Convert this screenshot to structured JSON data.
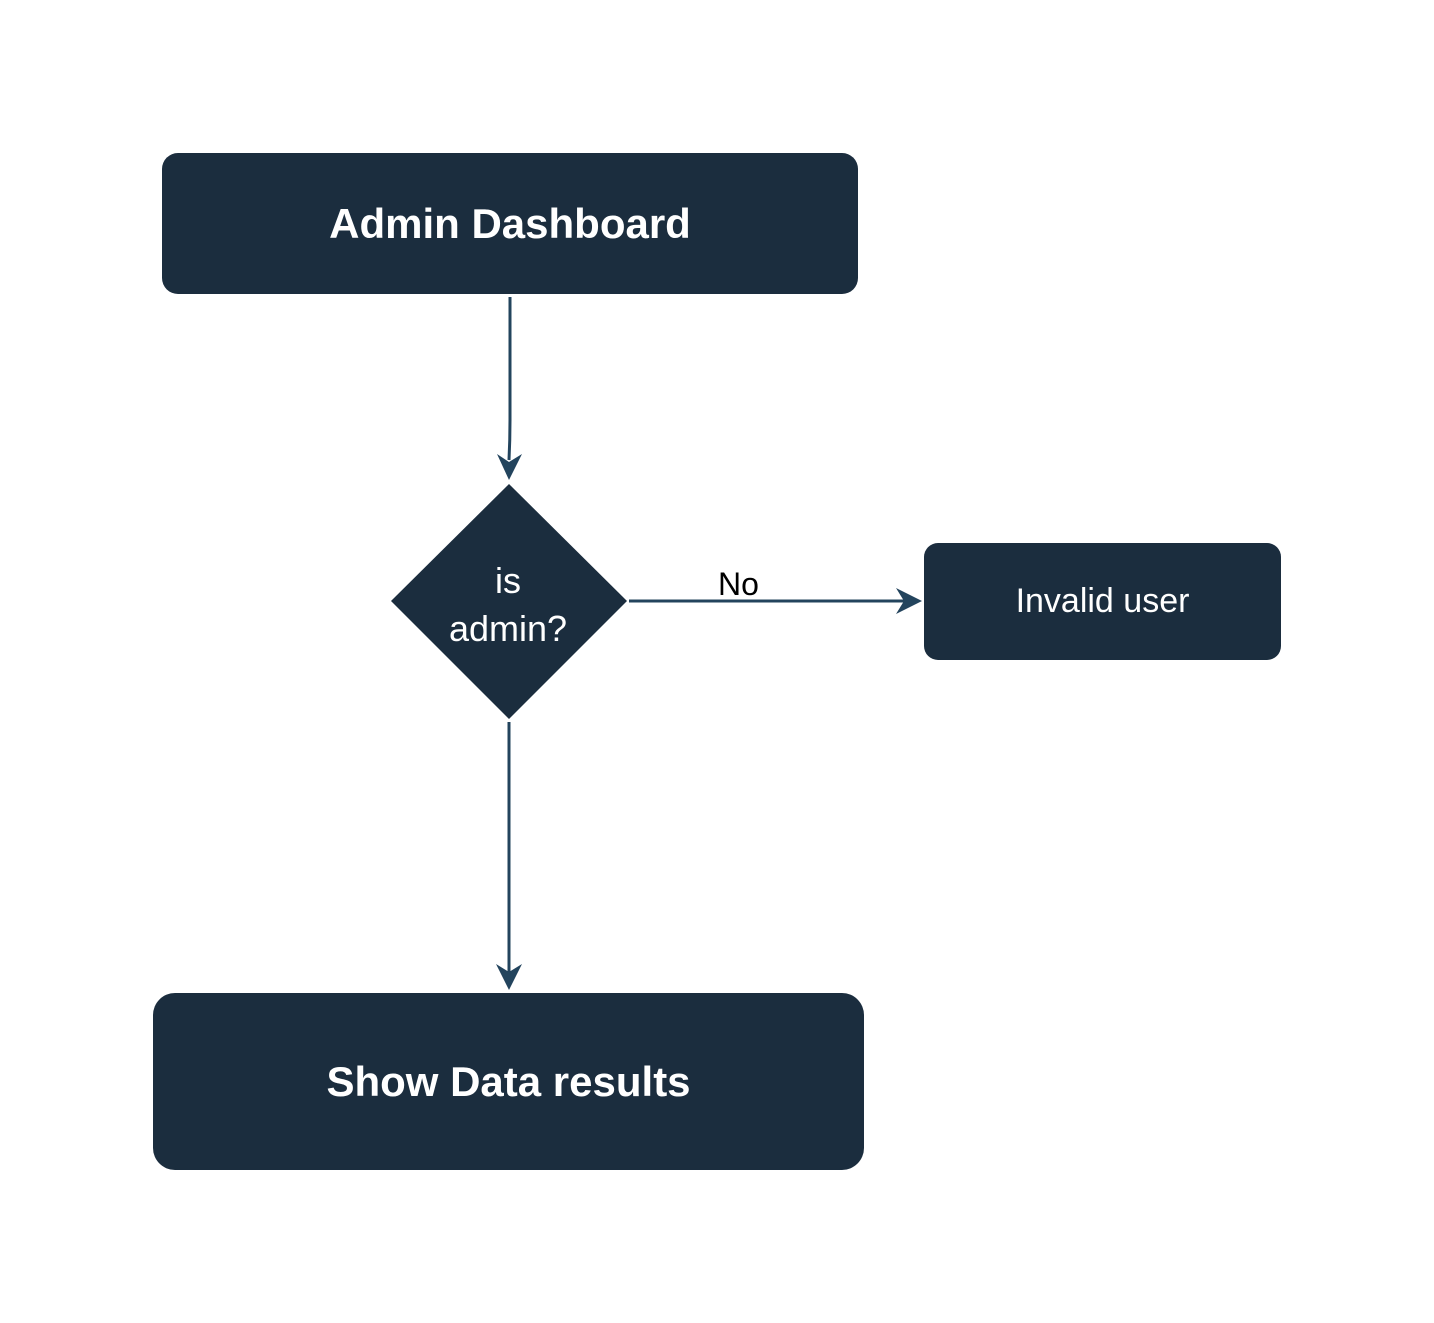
{
  "diagram": {
    "colors": {
      "node_fill": "#1b2d3e",
      "edge": "#23445d",
      "node_text": "#ffffff",
      "label_text": "#000000"
    },
    "nodes": {
      "admin_dashboard": {
        "label": "Admin Dashboard"
      },
      "decision": {
        "line1": "is",
        "line2": "admin?"
      },
      "invalid_user": {
        "label": "Invalid user"
      },
      "show_results": {
        "label": "Show Data results"
      }
    },
    "edges": [
      {
        "from": "admin_dashboard",
        "to": "decision",
        "label": ""
      },
      {
        "from": "decision",
        "to": "invalid_user",
        "label": "No"
      },
      {
        "from": "decision",
        "to": "show_results",
        "label": ""
      }
    ]
  }
}
